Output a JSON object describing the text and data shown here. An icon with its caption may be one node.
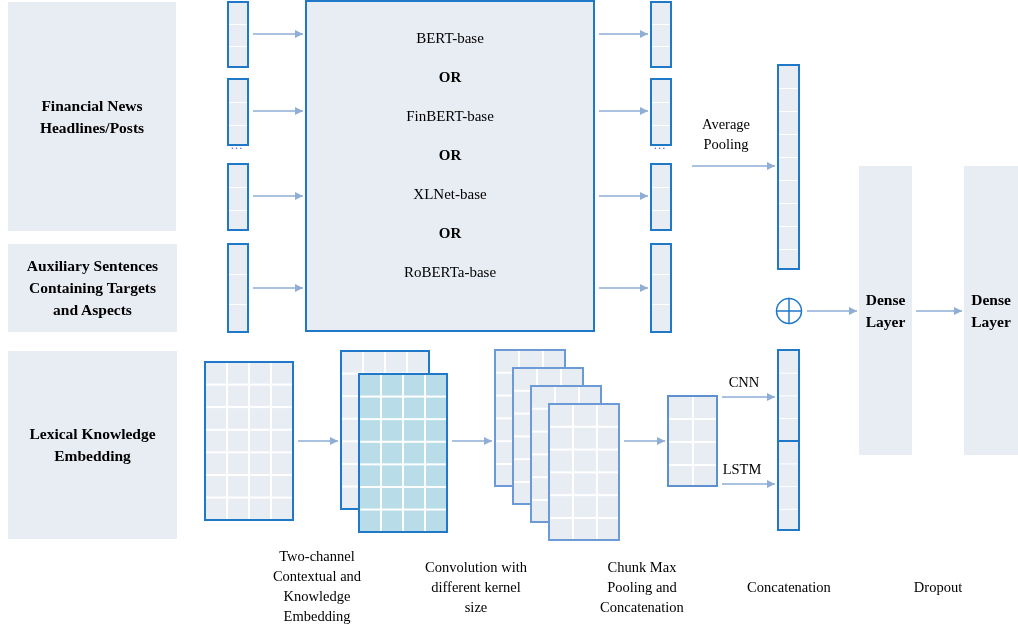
{
  "diagram": {
    "nodes": [
      {
        "text": [
          "Financial News Headlines/Posts"
        ]
      },
      {
        "text": [
          "Auxiliary Sentences Containing Targets and Aspects"
        ]
      },
      {
        "text": [
          "Lexical Knowledge Embedding"
        ]
      },
      {
        "text": [],
        "shape": "bar"
      },
      {
        "text": [],
        "shape": "bar"
      },
      {
        "text": [],
        "shape": "bar"
      },
      {
        "text": [],
        "shape": "bar"
      },
      {
        "text": [
          "BERT-base",
          "OR",
          "FinBERT-base",
          "OR",
          "XLNet-base",
          "OR",
          "RoBERTa-base"
        ]
      },
      {
        "text": [],
        "shape": "bar"
      },
      {
        "text": [],
        "shape": "bar"
      },
      {
        "text": [],
        "shape": "bar"
      },
      {
        "text": [],
        "shape": "bar"
      },
      {
        "text": [],
        "shape": "bar"
      },
      {
        "text": [],
        "shape": "circle"
      },
      {
        "text": [
          "Dense Layer"
        ]
      },
      {
        "text": [
          "Dense Layer"
        ]
      },
      {
        "text": [],
        "shape": "box"
      },
      {
        "text": [],
        "shape": "box",
        "beside": [
          "Two-channel Contextual and Knowledge Embedding"
        ]
      },
      {
        "text": [],
        "shape": "box",
        "beside": [
          "Convolution with different kernel size"
        ]
      },
      {
        "text": [],
        "shape": "box"
      },
      {
        "text": [],
        "shape": "bar",
        "beside": [
          "Concatenation"
        ]
      }
    ],
    "edges": [
      {
        "from": 3,
        "to": 7,
        "arrow": "to"
      },
      {
        "from": 4,
        "to": 7,
        "arrow": "to"
      },
      {
        "from": 5,
        "to": 7,
        "arrow": "to"
      },
      {
        "from": 6,
        "to": 7,
        "arrow": "to"
      },
      {
        "from": 7,
        "to": 8,
        "arrow": "to"
      },
      {
        "from": 7,
        "to": 9,
        "arrow": "to"
      },
      {
        "from": 7,
        "to": 10,
        "arrow": "to"
      },
      {
        "from": 7,
        "to": 11,
        "arrow": "to"
      },
      {
        "from": null,
        "to": 12,
        "arrow": "to",
        "label": "Average Pooling"
      },
      {
        "from": 13,
        "to": 14,
        "arrow": "to"
      },
      {
        "from": 14,
        "to": 15,
        "arrow": "to"
      },
      {
        "from": 16,
        "to": 17,
        "arrow": "to"
      },
      {
        "from": 17,
        "to": 18,
        "arrow": "to"
      },
      {
        "from": 18,
        "to": 19,
        "arrow": "to"
      },
      {
        "from": 19,
        "to": 20,
        "arrow": "to",
        "label": "CNN"
      },
      {
        "from": 19,
        "to": 20,
        "arrow": "to",
        "label": "LSTM"
      }
    ],
    "labels": [
      "...",
      "...",
      "Chunk Max Pooling and Concatenation",
      "Dropout"
    ]
  }
}
